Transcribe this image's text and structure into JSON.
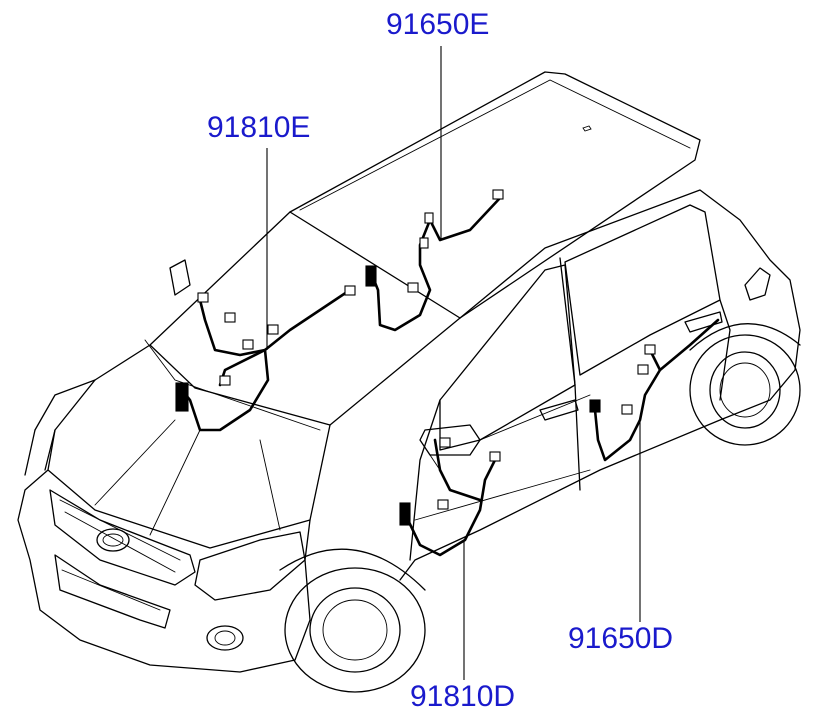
{
  "labels": {
    "harness_roof": "91650E",
    "harness_front_left": "91810E",
    "harness_rear_door": "91650D",
    "harness_front_door": "91810D"
  },
  "colors": {
    "label": "#1a1acc",
    "line": "#000000",
    "background": "#ffffff"
  }
}
